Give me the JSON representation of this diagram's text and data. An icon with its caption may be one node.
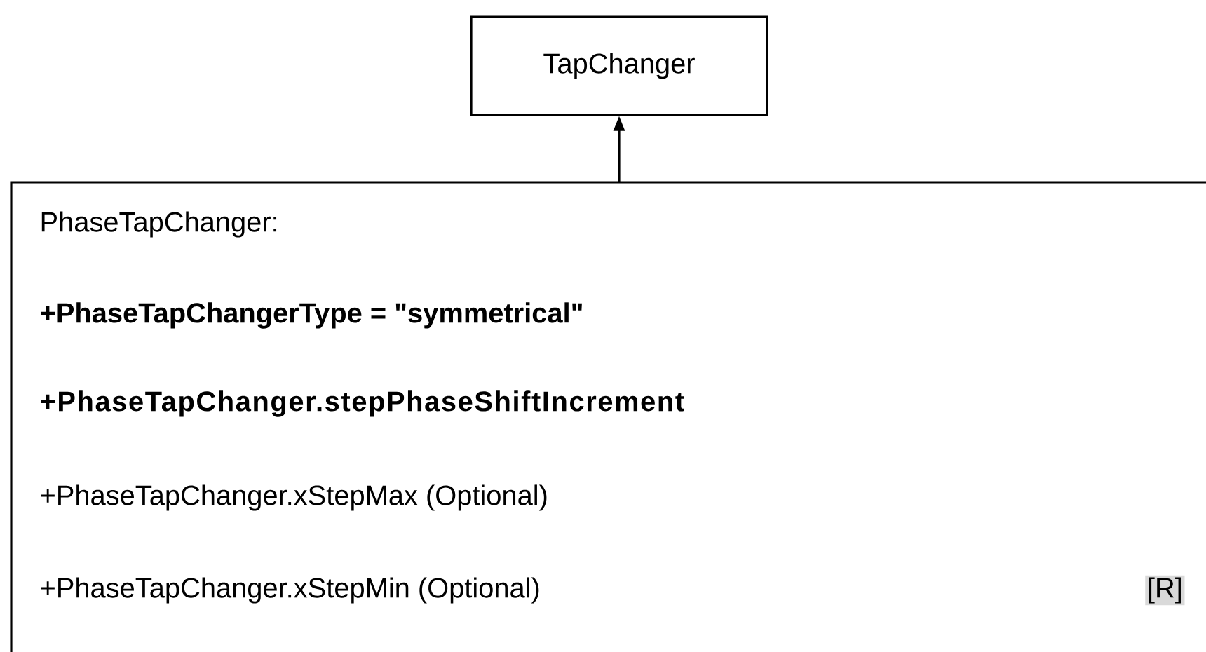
{
  "diagram": {
    "nodes": [
      {
        "text": [
          "TapChanger"
        ]
      },
      {
        "text": [
          "PhaseTapChanger:",
          "+PhaseTapChangerType = \"symmetrical\"",
          "+PhaseTapChanger.stepPhaseShiftIncrement",
          "+PhaseTapChanger.xStepMax (Optional)",
          "+PhaseTapChanger.xStepMin (Optional)",
          "[R]"
        ]
      }
    ],
    "edges": [
      {
        "from": 1,
        "to": 0,
        "arrow": "to"
      }
    ]
  }
}
